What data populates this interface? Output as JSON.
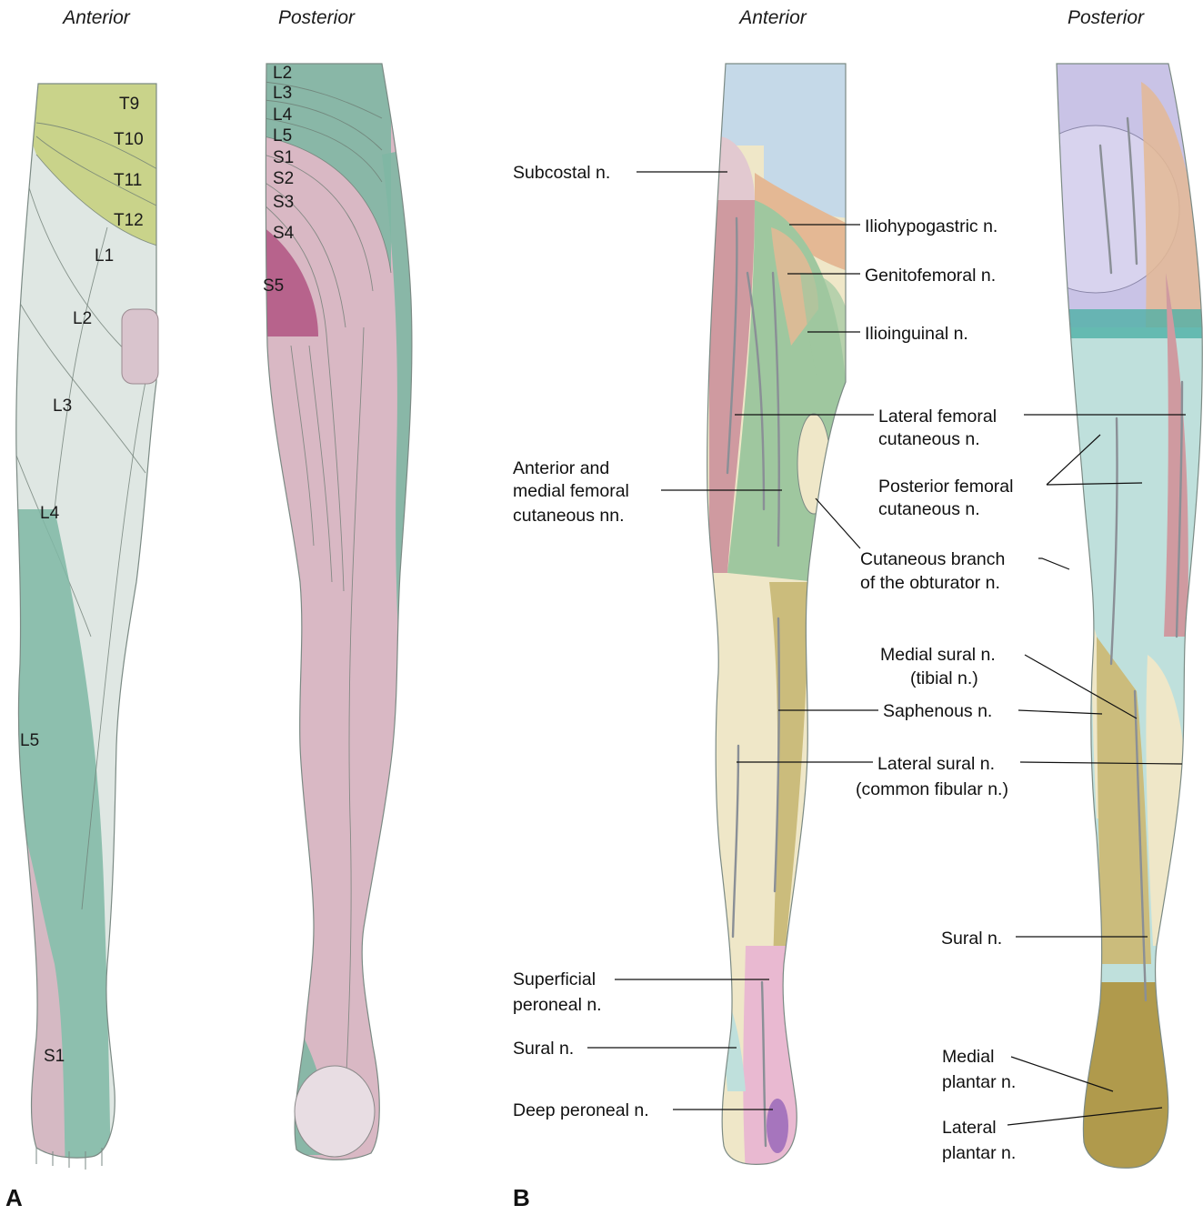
{
  "panels": {
    "a": "A",
    "b": "B"
  },
  "views": {
    "a_anterior": "Anterior",
    "a_posterior": "Posterior",
    "b_anterior": "Anterior",
    "b_posterior": "Posterior"
  },
  "dermatomes_anterior": [
    "T9",
    "T10",
    "T11",
    "T12",
    "L1",
    "L2",
    "L3",
    "L4",
    "L5",
    "S1"
  ],
  "dermatomes_posterior": [
    "L2",
    "L3",
    "L4",
    "L5",
    "S1",
    "S2",
    "S3",
    "S4",
    "S5"
  ],
  "nerves_anterior_left": {
    "subcostal": "Subcostal n.",
    "ant_med_1": "Anterior and",
    "ant_med_2": "medial femoral",
    "ant_med_3": "cutaneous nn.",
    "sup_peroneal_1": "Superficial",
    "sup_peroneal_2": "peroneal n.",
    "sural": "Sural n.",
    "deep_peroneal": "Deep peroneal n."
  },
  "nerves_middle": {
    "iliohypogastric": "Iliohypogastric n.",
    "genitofemoral": "Genitofemoral n.",
    "ilioinguinal": "Ilioinguinal n.",
    "lat_fem_1": "Lateral femoral",
    "lat_fem_2": "cutaneous n.",
    "post_fem_1": "Posterior femoral",
    "post_fem_2": "cutaneous n.",
    "obturator_1": "Cutaneous branch",
    "obturator_2": "of the obturator n.",
    "medial_sural_1": "Medial sural n.",
    "medial_sural_2": "(tibial n.)",
    "saphenous": "Saphenous n.",
    "lateral_sural_1": "Lateral sural n.",
    "lateral_sural_2": "(common fibular n.)",
    "sural_post": "Sural n.",
    "medial_plantar_1": "Medial",
    "medial_plantar_2": "plantar n.",
    "lateral_plantar_1": "Lateral",
    "lateral_plantar_2": "plantar n."
  },
  "colors": {
    "skin": "#dfe7e3",
    "thoracic": "#c9d38a",
    "lumbar_light": "#d5e2dc",
    "lumbar_teal": "#7fb7a4",
    "sacral_pink": "#d9b8c4",
    "s5_magenta": "#b25a86",
    "nerve_blue": "#c5d9e8",
    "nerve_orange": "#e4b894",
    "nerve_rose": "#cf9aa0",
    "nerve_green": "#9fc79f",
    "nerve_cream": "#efe7c8",
    "nerve_olive": "#cbbc7c",
    "nerve_pink": "#e9b9d1",
    "nerve_aqua": "#bfe0dc",
    "nerve_lavender": "#c9c3e6",
    "nerve_brown": "#b09a4c",
    "nerve_purple": "#8f5fb5"
  }
}
